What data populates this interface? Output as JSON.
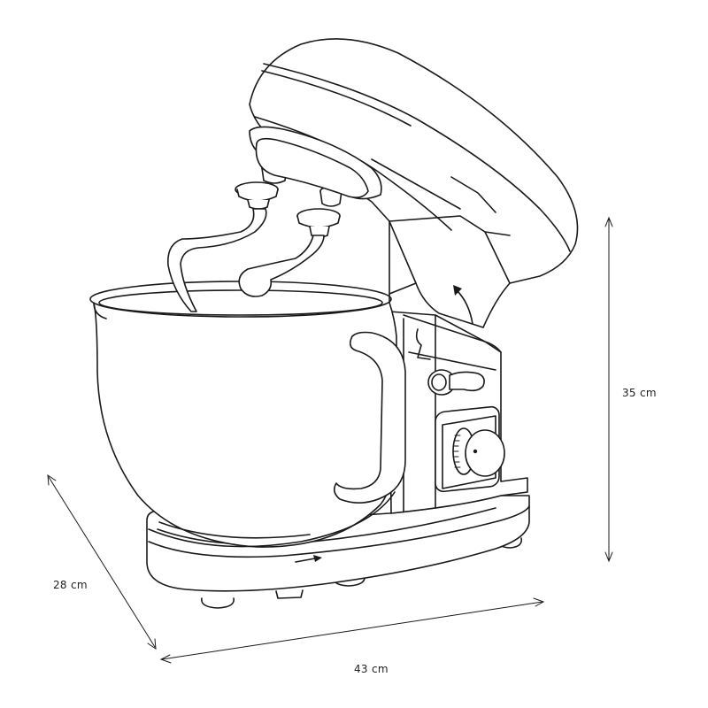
{
  "diagram": {
    "subject": "stand-mixer",
    "dimensions": {
      "height": "35 cm",
      "depth": "28 cm",
      "width": "43 cm"
    }
  }
}
